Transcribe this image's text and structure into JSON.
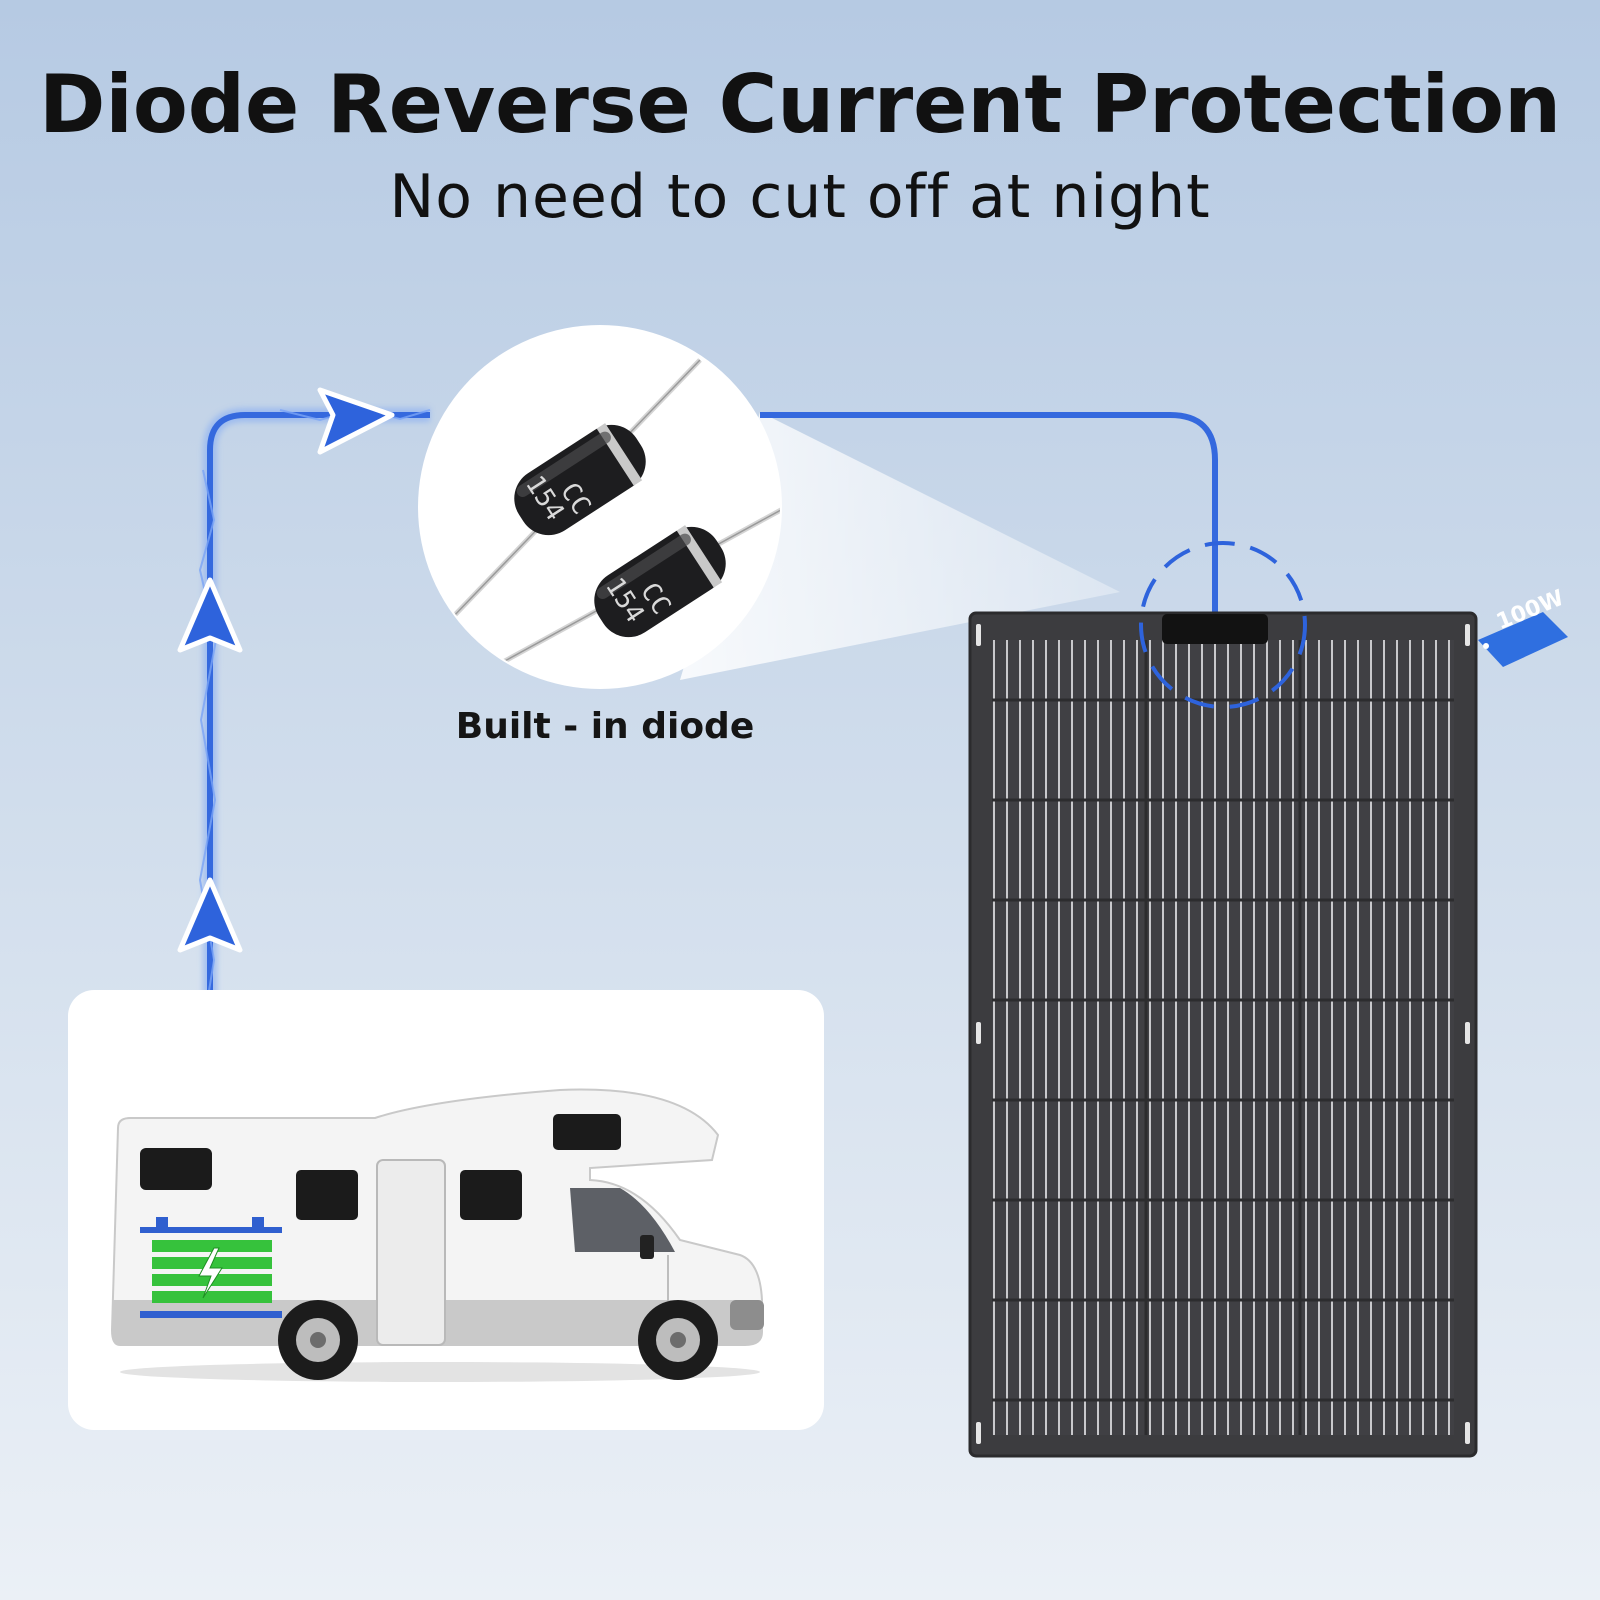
{
  "title": "Diode Reverse Current Protection",
  "subtitle": "No need to cut off at night",
  "diode_callout": {
    "caption": "Built - in diode",
    "marking_top": "CC",
    "marking_bottom": "154"
  },
  "solar_panel": {
    "wattage_tag": "100W"
  },
  "colors": {
    "background_top": "#b7cbe3",
    "background_bottom": "#e9eff6",
    "wire": "#3569de",
    "arrow": "#2e63dc",
    "panel": "#3f3f42",
    "battery_cells": "#36c23c",
    "tag": "#2f6fe0"
  },
  "icons": [
    "flow-arrow-icon",
    "lightning-bolt-icon",
    "battery-icon"
  ]
}
